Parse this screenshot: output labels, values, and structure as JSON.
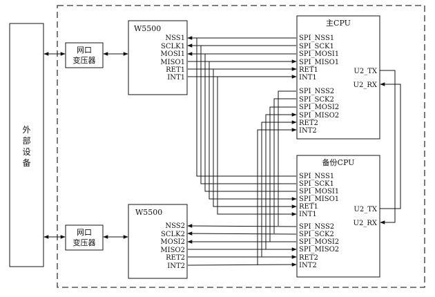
{
  "external_device": {
    "label_chars": [
      "外",
      "部",
      "设",
      "备"
    ]
  },
  "transformer_top": {
    "line1": "网口",
    "line2": "变压器"
  },
  "transformer_bottom": {
    "line1": "网口",
    "line2": "变压器"
  },
  "w5500_top": {
    "title": "W5500",
    "pins": [
      "NSS1",
      "SCLK1",
      "MOSI1",
      "MISO1",
      "RET1",
      "INT1"
    ]
  },
  "w5500_bottom": {
    "title": "W5500",
    "pins": [
      "NSS2",
      "SCLK2",
      "MOSI2",
      "MISO2",
      "RET2",
      "INT2"
    ]
  },
  "cpu_main": {
    "title": "主CPU",
    "pins_group1": [
      "SPI_NSS1",
      "SPI_SCK1",
      "SPI_MOSI1",
      "SPI_MISO1",
      "RET1",
      "INT1"
    ],
    "pins_group2": [
      "SPI_NSS2",
      "SPI_SCK2",
      "SPI_MOSI2",
      "SPI_MISO2",
      "RET2",
      "INT2"
    ],
    "uart_tx": "U2_TX",
    "uart_rx": "U2_RX"
  },
  "cpu_backup": {
    "title": "备份CPU",
    "pins_group1": [
      "SPI_NSS1",
      "SPI_SCK1",
      "SPI_MOSI1",
      "SPI_MISO1",
      "RET1",
      "INT1"
    ],
    "pins_group2": [
      "SPI_NSS2",
      "SPI_SCK2",
      "SPI_MOSI2",
      "SPI_MISO2",
      "RET2",
      "INT2"
    ],
    "uart_tx": "U2_TX",
    "uart_rx": "U2_RX"
  }
}
